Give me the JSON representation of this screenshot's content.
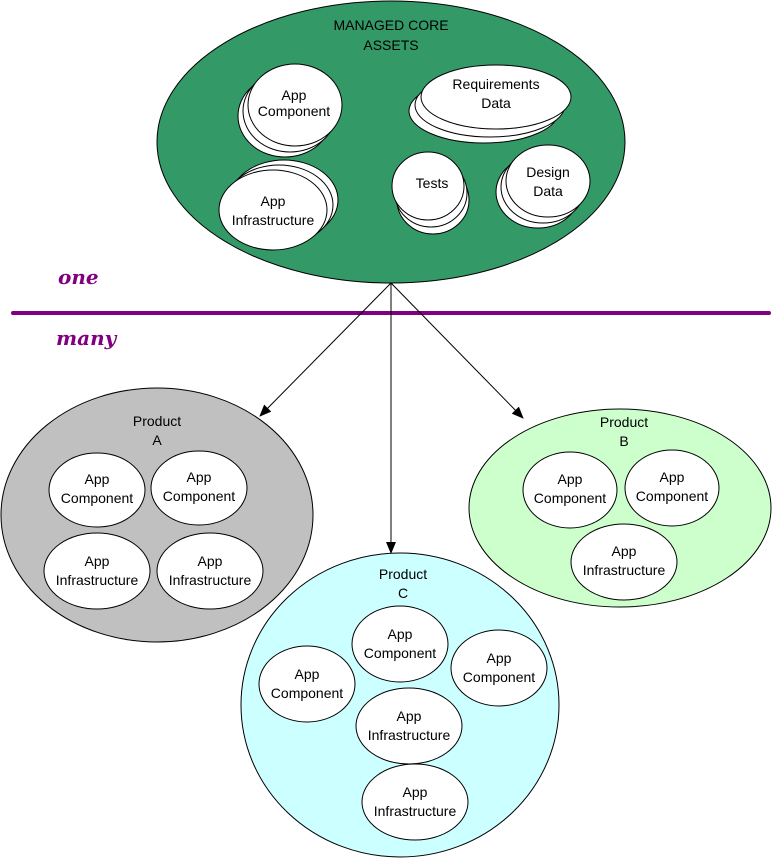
{
  "colors": {
    "core": "#339966",
    "product_a": "#c0c0c0",
    "product_b": "#ccffcc",
    "product_c": "#ccffff",
    "asset": "#ffffff",
    "divider": "#800080",
    "arrow": "#000000"
  },
  "divider": {
    "above_label": "one",
    "below_label": "many"
  },
  "core": {
    "title_line1": "MANAGED CORE",
    "title_line2": "ASSETS",
    "assets": [
      {
        "line1": "App",
        "line2": "Component",
        "stacked": true
      },
      {
        "line1": "Requirements",
        "line2": "Data",
        "stacked": true
      },
      {
        "line1": "App",
        "line2": "Infrastructure",
        "stacked": true
      },
      {
        "line1": "Tests",
        "line2": "",
        "stacked": true
      },
      {
        "line1": "Design",
        "line2": "Data",
        "stacked": true
      }
    ]
  },
  "products": [
    {
      "title_line1": "Product",
      "title_line2": "A",
      "items": [
        {
          "line1": "App",
          "line2": "Component"
        },
        {
          "line1": "App",
          "line2": "Component"
        },
        {
          "line1": "App",
          "line2": "Infrastructure"
        },
        {
          "line1": "App",
          "line2": "Infrastructure"
        }
      ]
    },
    {
      "title_line1": "Product",
      "title_line2": "B",
      "items": [
        {
          "line1": "App",
          "line2": "Component"
        },
        {
          "line1": "App",
          "line2": "Component"
        },
        {
          "line1": "App",
          "line2": "Infrastructure"
        }
      ]
    },
    {
      "title_line1": "Product",
      "title_line2": "C",
      "items": [
        {
          "line1": "App",
          "line2": "Component"
        },
        {
          "line1": "App",
          "line2": "Component"
        },
        {
          "line1": "App",
          "line2": "Component"
        },
        {
          "line1": "App",
          "line2": "Infrastructure"
        },
        {
          "line1": "App",
          "line2": "Infrastructure"
        }
      ]
    }
  ],
  "connections": [
    {
      "from": "core",
      "to": "Product A"
    },
    {
      "from": "core",
      "to": "Product C"
    },
    {
      "from": "core",
      "to": "Product B"
    }
  ]
}
